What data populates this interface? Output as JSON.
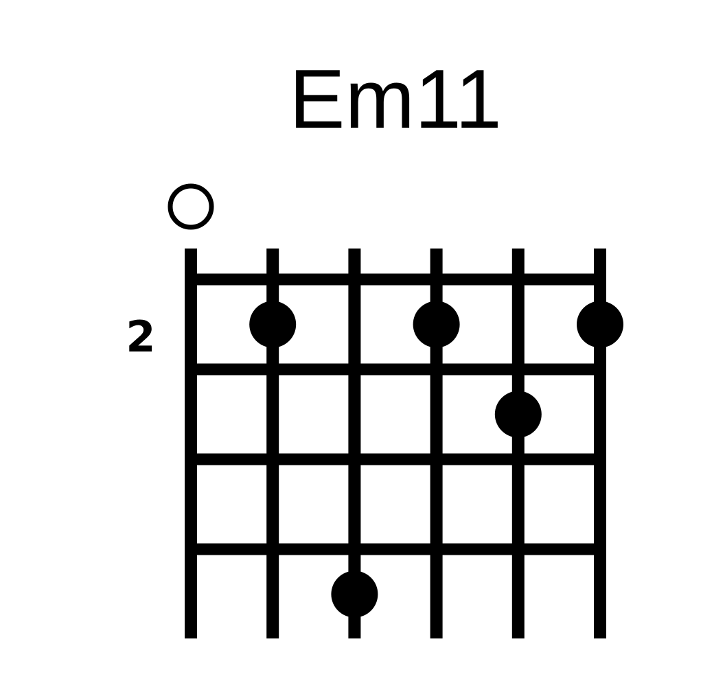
{
  "chord": {
    "name": "Em11",
    "start_fret": "2",
    "strings": 6,
    "frets_shown": 4,
    "open_strings": [
      1
    ],
    "muted_strings": [],
    "fingered_notes": [
      {
        "string": 2,
        "fret": 1
      },
      {
        "string": 4,
        "fret": 1
      },
      {
        "string": 6,
        "fret": 1
      },
      {
        "string": 5,
        "fret": 2
      },
      {
        "string": 3,
        "fret": 4
      }
    ]
  },
  "colors": {
    "ink": "#000000",
    "background": "#ffffff"
  }
}
